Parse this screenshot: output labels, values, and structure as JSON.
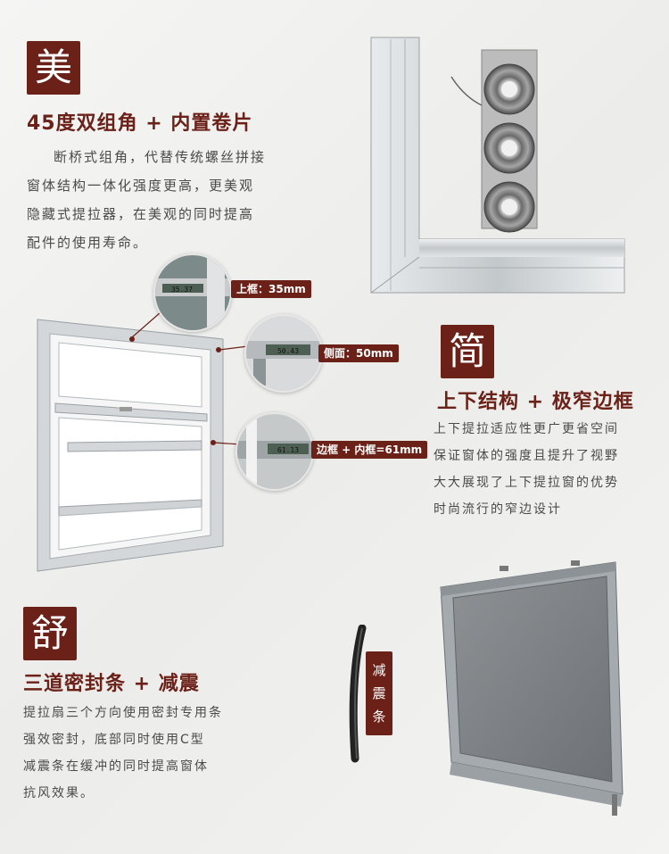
{
  "sections": {
    "beauty": {
      "badge": "美",
      "heading": "45度双组角 + 内置卷片",
      "lines": [
        "断桥式组角，代替传统螺丝拼接",
        "窗体结构一体化强度更高，更美观",
        "隐藏式提拉器，在美观的同时提高",
        "配件的使用寿命。"
      ]
    },
    "simple": {
      "badge": "简",
      "heading": "上下结构 + 极窄边框",
      "lines": [
        "上下提拉适应性更广更省空间",
        "保证窗体的强度且提升了视野",
        "大大展现了上下提拉窗的优势",
        "时尚流行的窄边设计"
      ]
    },
    "comfort": {
      "badge": "舒",
      "heading": "三道密封条 + 减震",
      "lines": [
        "提拉扇三个方向使用密封专用条",
        "强效密封，底部同时使用C型",
        "减震条在缓冲的同时提高窗体",
        "抗风效果。"
      ]
    }
  },
  "callouts": {
    "top_frame": "上框：35mm",
    "side": "侧面：50mm",
    "edge": "边框 + 内框=61mm"
  },
  "caliper_readouts": {
    "top_frame": "35.37",
    "side": "50.43",
    "edge": "61.13"
  },
  "damper_tag": "减震条",
  "colors": {
    "accent": "#6b2118",
    "text": "#4a4a4a",
    "frame": "#c9cdd0"
  }
}
